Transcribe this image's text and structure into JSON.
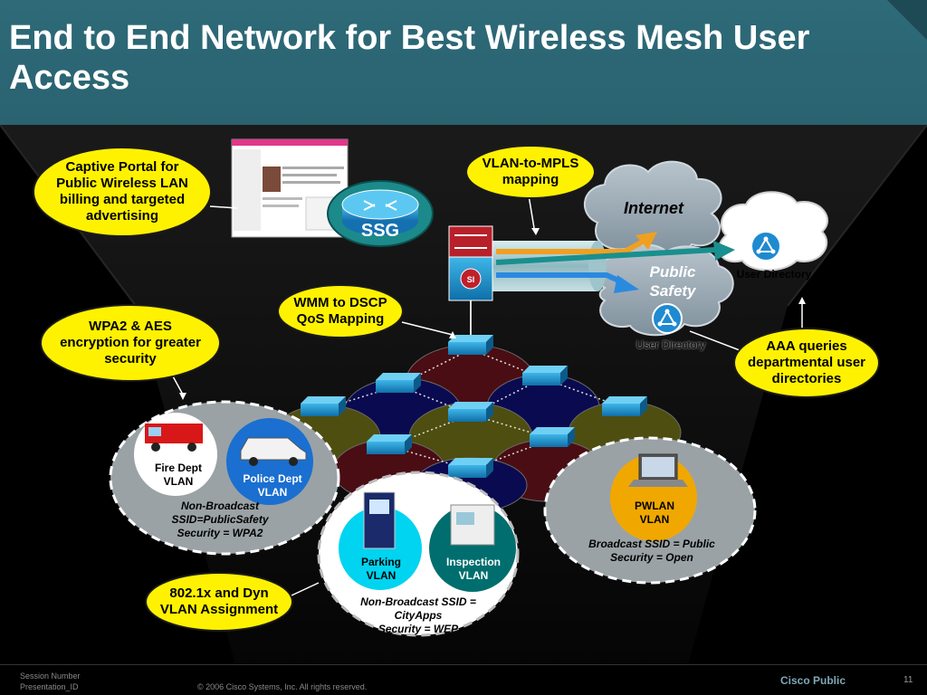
{
  "slide": {
    "title": "End to End Network for Best Wireless Mesh User Access"
  },
  "callouts": {
    "captive_portal": "Captive Portal for Public Wireless LAN billing and targeted advertising",
    "vlan_mpls": "VLAN-to-MPLS mapping",
    "wmm_dscp": "WMM to DSCP QoS Mapping",
    "wpa2": "WPA2 & AES encryption for greater security",
    "aaa": "AAA queries departmental user directories",
    "dot1x": "802.1x and Dyn VLAN Assignment"
  },
  "clouds": {
    "internet": "Internet",
    "public_safety": "Public Safety",
    "user_directory_1": "User Directory",
    "user_directory_2": "User Directory"
  },
  "router_label": "SSG",
  "switch_label": "SI",
  "groups": {
    "public_safety": {
      "fire_dept": "Fire Dept VLAN",
      "police_dept": "Police Dept VLAN",
      "desc_1": "Non-Broadcast",
      "desc_2": "SSID=PublicSafety",
      "desc_3": "Security = WPA2"
    },
    "city_apps": {
      "parking": "Parking VLAN",
      "inspection": "Inspection VLAN",
      "desc_1": "Non-Broadcast SSID =",
      "desc_2": "CityApps",
      "desc_3": "Security = WEP"
    },
    "pwlan": {
      "label": "PWLAN VLAN",
      "desc_1": "Broadcast SSID = Public",
      "desc_2": "Security = Open"
    }
  },
  "colors": {
    "header": "#2e6a78",
    "callout": "#fff200",
    "mesh_cell_red": "#4a0d14",
    "mesh_cell_olive": "#4e4e10",
    "mesh_cell_blue": "#0a0a50",
    "inspection_teal": "#006e6e",
    "parking_cyan": "#00d4f0",
    "police_blue": "#1a6fd0",
    "pwlan_gold": "#f0a800"
  },
  "footer": {
    "session_number": "Session Number",
    "presentation_id": "Presentation_ID",
    "copyright": "© 2006 Cisco Systems, Inc. All rights reserved.",
    "classification": "Cisco Public",
    "page": "11"
  }
}
